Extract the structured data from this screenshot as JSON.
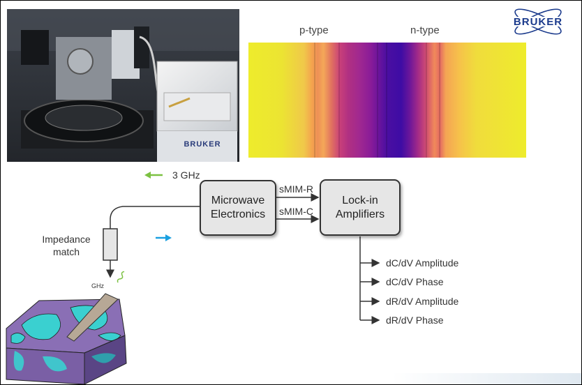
{
  "brand": {
    "name": "BRUKER",
    "color": "#1a3a8c"
  },
  "photo": {
    "instrument_label": "BRUKER",
    "description_icon": "afm-instrument-photo"
  },
  "heatmap": {
    "labels": [
      "p-type",
      "n-type"
    ],
    "colors": {
      "yellow": "#eaea2a",
      "orange": "#f0a04a",
      "magenta": "#b8307a",
      "purple": "#6a1a9a",
      "blue": "#3a0ea0"
    }
  },
  "diagram": {
    "frequency_label": "3 GHz",
    "impedance_label_line1": "Impedance",
    "impedance_label_line2": "match",
    "microwave_box_line1": "Microwave",
    "microwave_box_line2": "Electronics",
    "lockin_box_line1": "Lock-in",
    "lockin_box_line2": "Amplifiers",
    "signal_r": "sMIM-R",
    "signal_c": "sMIM-C",
    "tip_label": "GHz",
    "outputs": [
      "dC/dV Amplitude",
      "dC/dV Phase",
      "dR/dV Amplitude",
      "dR/dV Phase"
    ],
    "arrow_colors": {
      "green": "#7cc142",
      "blue": "#1aa0e0"
    }
  }
}
